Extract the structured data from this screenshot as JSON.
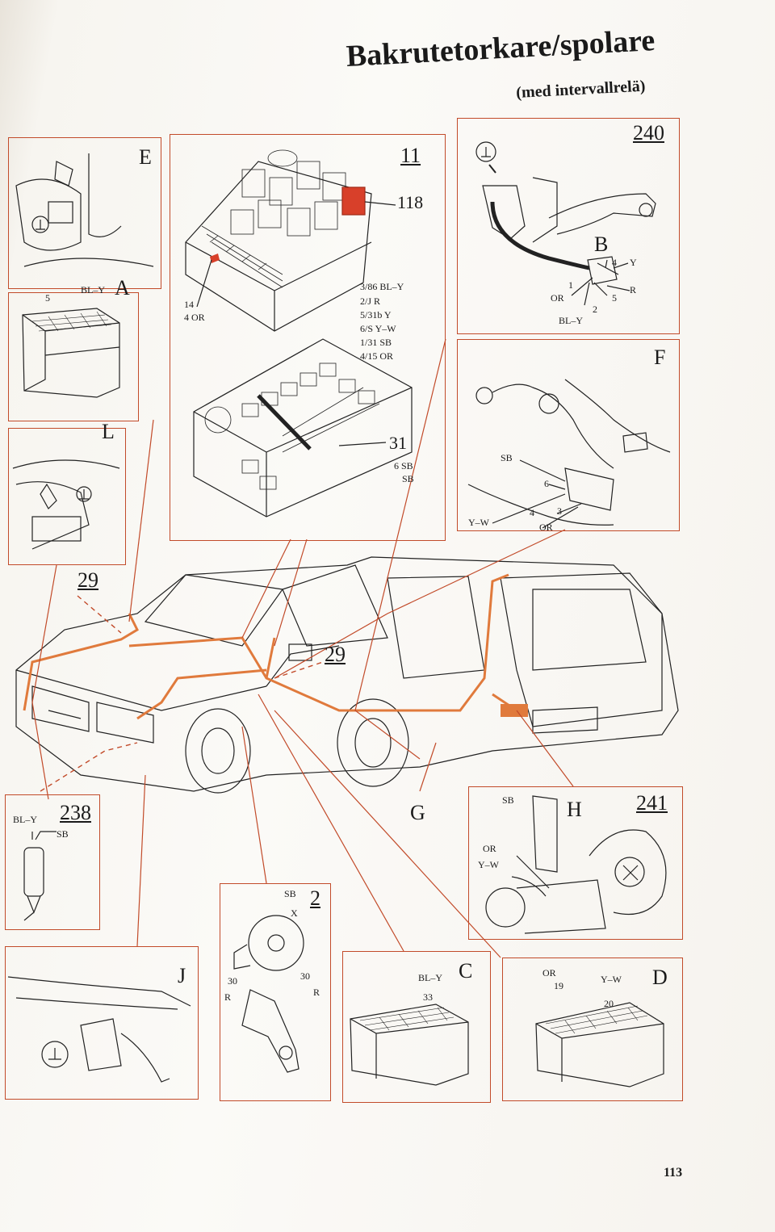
{
  "header": {
    "title": "Bakrutetorkare/spolare",
    "subtitle": "(med intervallrelä)"
  },
  "page_number": "113",
  "panels": {
    "E": {
      "letter": "E"
    },
    "A": {
      "letter": "A",
      "wire_num": "5",
      "wire_color": "BL–Y"
    },
    "L": {
      "letter": "L"
    },
    "fusebox": {
      "ref": "11",
      "relay": "118",
      "fuse_box_ref": "31",
      "left_pins": [
        "14",
        "4 OR"
      ],
      "right_pins": [
        "3/86 BL–Y",
        "2/J R",
        "5/31b Y",
        "6/S Y–W",
        "1/31 SB",
        "4/15 OR"
      ],
      "lower_pins": [
        "6 SB",
        "SB"
      ]
    },
    "switch": {
      "ref": "240",
      "letter": "B",
      "pins": [
        "4",
        "Y",
        "1",
        "OR",
        "5",
        "R",
        "2",
        "BL–Y"
      ]
    },
    "F": {
      "letter": "F",
      "labels": [
        "SB",
        "6",
        "Y–W",
        "4",
        "3",
        "OR"
      ]
    },
    "car": {
      "ref_a": "29",
      "ref_b": "29",
      "letter_g": "G"
    },
    "pump": {
      "ref": "238",
      "labels": [
        "BL–Y",
        "SB"
      ]
    },
    "motor": {
      "ref": "241",
      "letter": "H",
      "labels": [
        "SB",
        "OR",
        "Y–W"
      ]
    },
    "J": {
      "letter": "J"
    },
    "stalk": {
      "ref": "2",
      "labels": [
        "SB",
        "X",
        "30",
        "R",
        "30",
        "R"
      ]
    },
    "C": {
      "letter": "C",
      "labels": [
        "BL–Y",
        "33"
      ]
    },
    "D": {
      "letter": "D",
      "labels": [
        "OR",
        "19",
        "Y–W",
        "20"
      ]
    }
  },
  "colors": {
    "accent_line": "#c24b2a",
    "wire_highlight": "#e07a3c",
    "relay_fill": "#d8402a"
  }
}
